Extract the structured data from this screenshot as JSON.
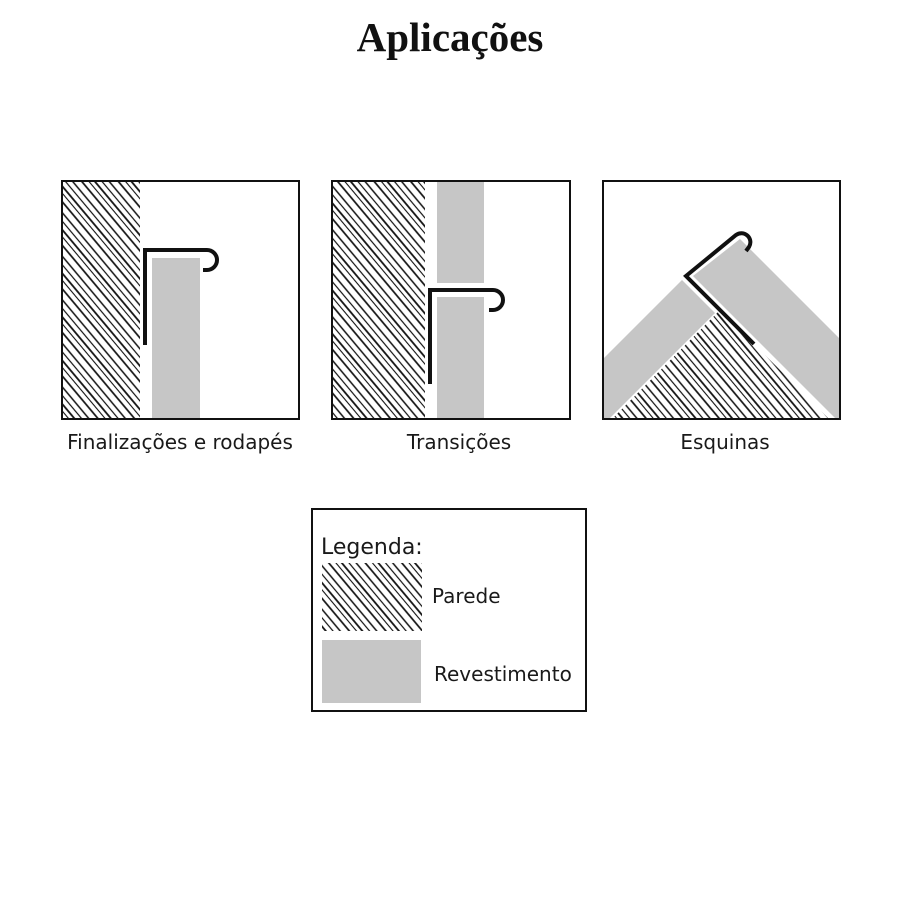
{
  "title": "Aplicações",
  "panels": [
    {
      "label": "Finalizações e rodapés"
    },
    {
      "label": "Transições"
    },
    {
      "label": "Esquinas"
    }
  ],
  "legend": {
    "title": "Legenda:",
    "items": [
      {
        "label": "Parede"
      },
      {
        "label": "Revestimento"
      }
    ]
  },
  "colors": {
    "background": "#ffffff",
    "line": "#111111",
    "tile": "#c6c6c6"
  }
}
